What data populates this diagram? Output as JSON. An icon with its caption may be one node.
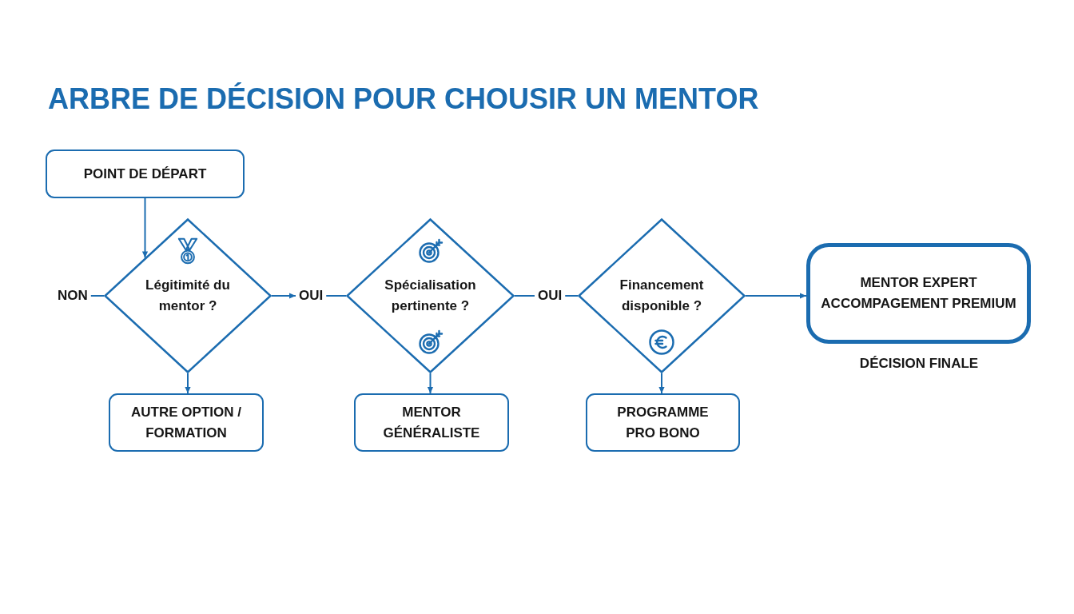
{
  "diagram": {
    "title": "ARBRE DE DÉCISION POUR CHOUSIR UN MENTOR",
    "nodes": [
      {
        "text": [
          "POINT DE DÉPART"
        ]
      },
      {
        "text": [
          "NON"
        ]
      },
      {
        "text": [
          "Légitimité du mentor ?"
        ]
      },
      {
        "text": [
          "OUI"
        ]
      },
      {
        "text": [
          "Spécialisation pertinente ?"
        ]
      },
      {
        "text": [
          "OUI"
        ]
      },
      {
        "text": [
          "Financement disponible ?"
        ]
      },
      {
        "text": [
          "MENTOR EXPERT ACCOMPAGEMENT PREMIUM"
        ],
        "beside": [
          "DÉCISION FINALE"
        ]
      },
      {
        "text": [
          "AUTRE OPTION / FORMATION"
        ]
      },
      {
        "text": [
          "MENTOR GÉNÉRALISTE"
        ]
      },
      {
        "text": [
          "PROGRAMME PRO BONO"
        ]
      }
    ],
    "edges": [
      {
        "from": 0,
        "to": 2,
        "arrow": "to"
      },
      {
        "from": 2,
        "to": 1,
        "arrow": "none"
      },
      {
        "from": 2,
        "to": 3,
        "arrow": "to"
      },
      {
        "from": 3,
        "to": 4,
        "arrow": "none"
      },
      {
        "from": 4,
        "to": 5,
        "arrow": "none"
      },
      {
        "from": 5,
        "to": 6,
        "arrow": "none"
      },
      {
        "from": 6,
        "to": 7,
        "arrow": "to"
      },
      {
        "from": 2,
        "to": 8,
        "arrow": "to"
      },
      {
        "from": 4,
        "to": 9,
        "arrow": "to"
      },
      {
        "from": 6,
        "to": 10,
        "arrow": "to"
      }
    ]
  }
}
